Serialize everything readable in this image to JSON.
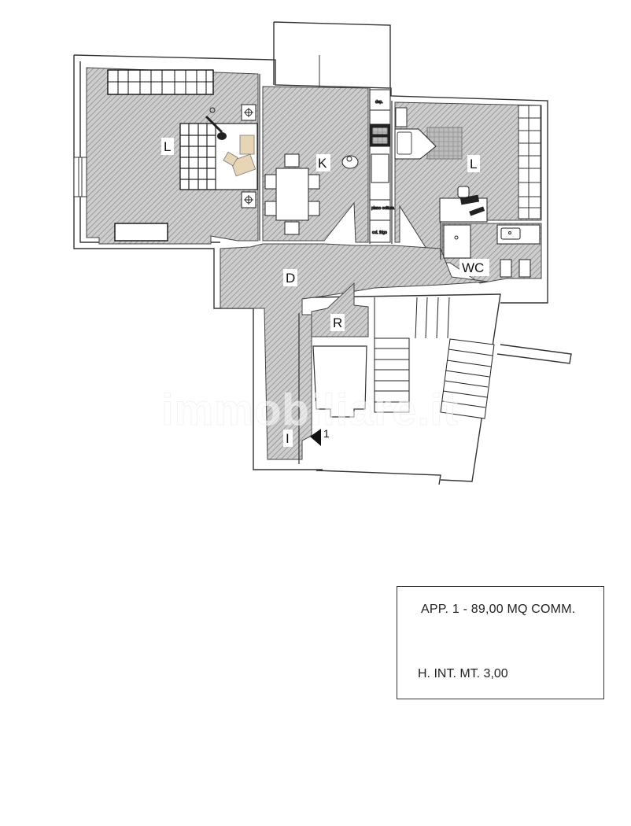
{
  "plan": {
    "rooms": [
      {
        "id": "living-left",
        "label": "L"
      },
      {
        "id": "kitchen",
        "label": "K"
      },
      {
        "id": "living-right",
        "label": "L"
      },
      {
        "id": "bathroom",
        "label": "WC"
      },
      {
        "id": "hall",
        "label": "D"
      },
      {
        "id": "storage",
        "label": "R"
      },
      {
        "id": "entrance",
        "label": "I"
      }
    ],
    "entrance_marker": "1",
    "kitchen_labels": [
      "dep.",
      "piano cottura",
      "col. frigo"
    ]
  },
  "info": {
    "line1": "APP. 1 - 89,00 MQ COMM.",
    "line2": "H. INT. MT. 3,00"
  },
  "watermark": "immobiliare.it",
  "colors": {
    "hatch_bg": "#c9c9c9",
    "hatch_line": "#8a8a8a",
    "wall": "#333333",
    "furniture_accent": "#e8d5b5"
  }
}
